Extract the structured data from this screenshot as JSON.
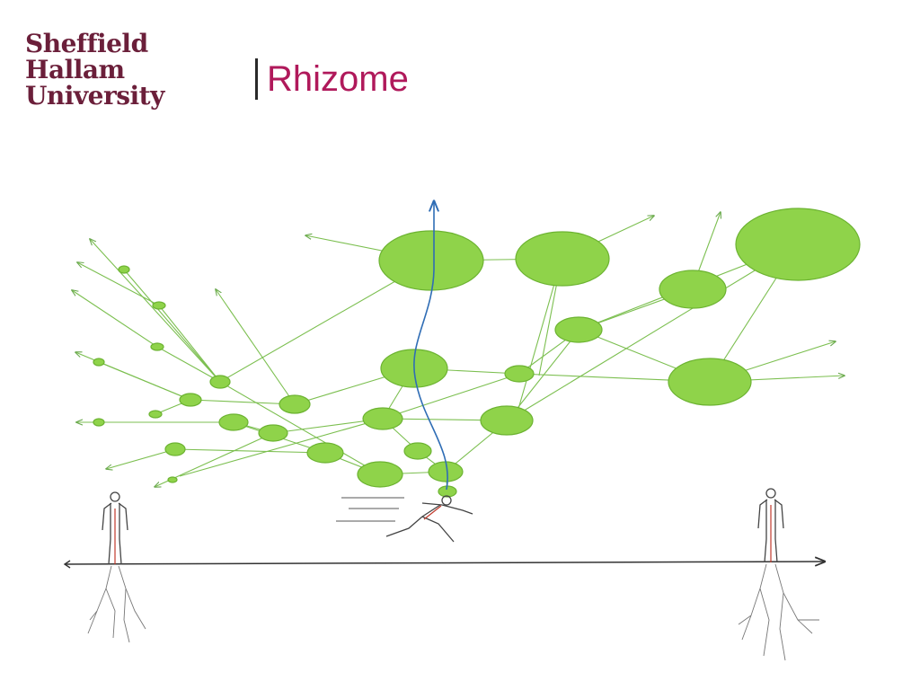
{
  "header": {
    "logo": {
      "line1": "Sheffield",
      "line2": "Hallam",
      "line3": "University",
      "color": "#6b1f3a"
    },
    "title": "Rhizome",
    "title_color": "#b0195b"
  },
  "illustration": {
    "node_color": "#8fd34a",
    "node_stroke": "#6cb331",
    "line_color": "#7cbf50",
    "path_color": "#2f6db5",
    "ground_color": "#333333",
    "root_color": "#555555",
    "vein_color": "#c0392b"
  }
}
